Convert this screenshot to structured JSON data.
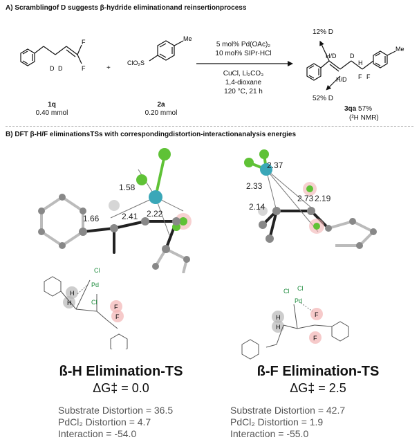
{
  "section_a": {
    "title": "A) Scramblingof D suggests β-hydride eliminationand reinsertionprocess",
    "reactant1": {
      "label": "1q",
      "amount": "0.40 mmol",
      "atoms": [
        "D",
        "D",
        "F",
        "F"
      ]
    },
    "plus": "+",
    "reactant2": {
      "label": "2a",
      "amount": "0.20 mmol",
      "group": "ClO₂S",
      "substituent": "Me"
    },
    "conditions": [
      "5 mol% Pd(OAc)₂",
      "10 mol% SIPr·HCl",
      "CuCl, Li₂CO₃",
      "1,4-dioxane",
      "120 °C,  21 h"
    ],
    "product": {
      "label": "3qa",
      "yield": "57%",
      "method": "(²H NMR)",
      "annot_top": "12% D",
      "annot_bottom": "52% D",
      "atoms": [
        "H/D",
        "D",
        "H",
        "H/D",
        "F",
        "F",
        "Me"
      ]
    }
  },
  "section_b": {
    "title": "B) DFT  β-H/F eliminationsTSs with correspondingdistortion-interactionanalysis energies",
    "left_distances": [
      "1.58",
      "1.66",
      "2.41",
      "2.22"
    ],
    "right_distances": [
      "2.37",
      "2.33",
      "2.73",
      "2.19",
      "2.14"
    ],
    "left_scheme_atoms": [
      "Cl",
      "Pd",
      "H",
      "H",
      "Cl",
      "F",
      "F"
    ],
    "right_scheme_atoms": [
      "Cl",
      "Cl",
      "Pd",
      "H",
      "H",
      "F",
      "F"
    ],
    "left_ts": {
      "name": "ß-H Elimination-TS",
      "dg": "ΔG‡ = 0.0",
      "energies": [
        "Substrate Distortion  = 36.5",
        "PdCl₂ Distortion  = 4.7",
        "Interaction = -54.0"
      ]
    },
    "right_ts": {
      "name": "ß-F Elimination-TS",
      "dg": "ΔG‡ = 2.5",
      "energies": [
        "Substrate Distortion  = 42.7",
        "PdCl₂ Distortion  = 1.9",
        "Interaction = -55.0"
      ]
    }
  },
  "colors": {
    "pd": "#3aa7b8",
    "cl": "#5fc236",
    "carbon": "#8a8a8a",
    "highlight": "#f2b3b3",
    "h_circle": "#b8b8b8"
  }
}
